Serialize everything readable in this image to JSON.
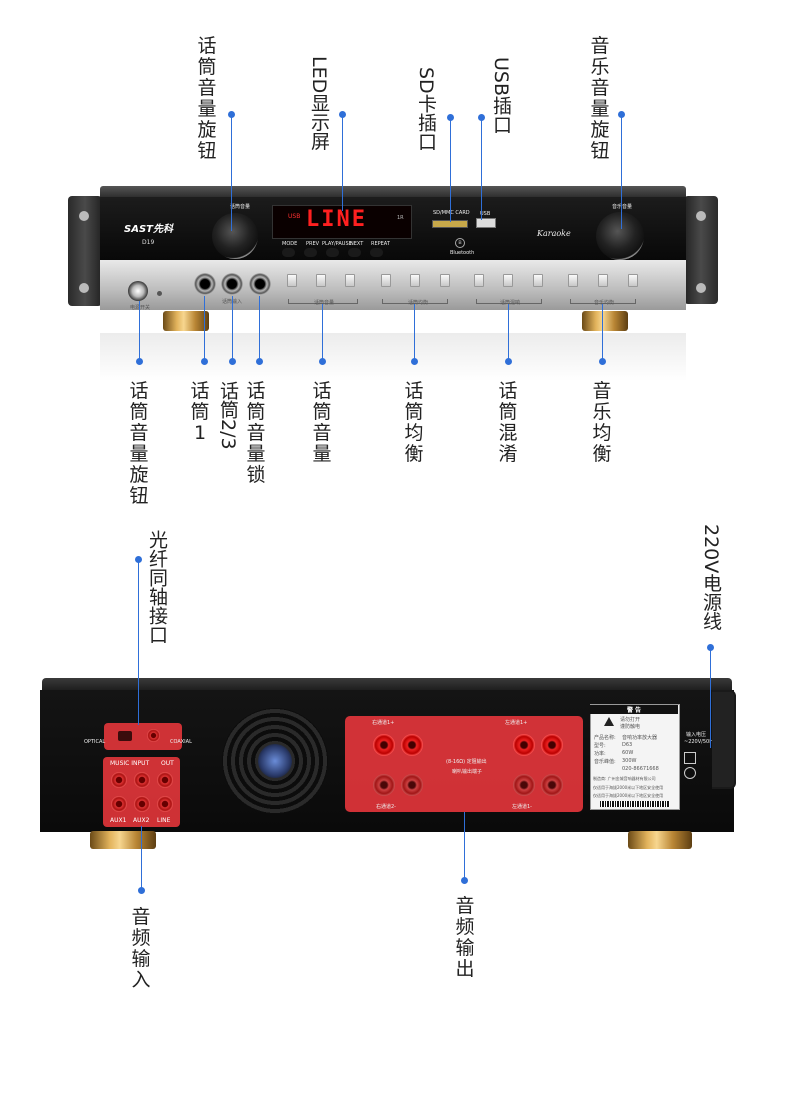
{
  "colors": {
    "callout_line": "#2f6fd8",
    "led_red": "#ff2020",
    "panel_red": "#e0353a"
  },
  "callouts_top": {
    "mic_volume_knob": "话筒音量旋钮",
    "led_display": "LED显示屏",
    "sd_slot": "SD卡插口",
    "usb_slot": "USB插口",
    "music_volume_knob": "音乐音量旋钮"
  },
  "callouts_bottom": {
    "mic_volume_knob2": "话筒音量旋钮",
    "mic1": "话筒1",
    "mic23": "话筒2/3",
    "mic_volume_lock": "话筒音量锁",
    "mic_volume": "话筒音量",
    "mic_eq": "话筒均衡",
    "mic_mix": "话筒混淆",
    "music_eq": "音乐均衡"
  },
  "callouts_rear": {
    "optical_coaxial": "光纤同轴接口",
    "power_cord": "220V电源线",
    "audio_input": "音频输入",
    "audio_output": "音频输出"
  },
  "front_panel": {
    "brand": "SAST先科",
    "model": "D19",
    "led_text": "LINE",
    "led_left": "USB",
    "led_right": "1R",
    "mic_knob_label": "话筒音量",
    "music_knob_label": "音乐音量",
    "sd_label": "SD/MMC CARD",
    "usb_label": "USB",
    "bt_label": "Bluetooth",
    "karaoke_logo": "Karaoke",
    "mic_input_label": "话筒输入",
    "group_mic_volume": "话筒音量",
    "group_mic_eq": "话筒均衡",
    "group_mic_mix": "话筒混响",
    "group_music_eq": "音乐均衡",
    "transport_labels": [
      "MODE",
      "PREV",
      "PLAY/PAUSE",
      "NEXT",
      "REPEAT"
    ],
    "power_label": "电源开关"
  },
  "rear_panel": {
    "optical": "OPTICAL",
    "coaxial": "COAXIAL",
    "music_input": "MUSIC INPUT",
    "out": "OUT",
    "aux1": "AUX1",
    "aux2": "AUX2",
    "line": "LINE",
    "right_ch1_top": "右通道1+",
    "left_ch1_top": "左通道1+",
    "right_ch2_bottom": "右通道2-",
    "left_ch1_bottom": "左通道1-",
    "speaker_note": "(8-16Ω) 定阻输出",
    "speaker_terminal": "喇叭输出端子",
    "warning_title": "警 告",
    "warning_lines": [
      "请勿打开",
      "谨防触电"
    ],
    "spec_rows": [
      [
        "产品名称:",
        "音响功率放大器"
      ],
      [
        "型号:",
        "D63"
      ],
      [
        "功率:",
        "60W"
      ],
      [
        "音乐峰值:",
        "300W"
      ],
      [
        "",
        "020-86671668"
      ]
    ],
    "maker": "制造商: 广州金城音响器材有限公司",
    "altitude_1": "仅适用于海拔2000米以下地区安全使用",
    "altitude_2": "仅适用于海拔2000米以下地区安全使用",
    "power_input": "输入电压",
    "power_spec": "~220V/50Hz"
  }
}
